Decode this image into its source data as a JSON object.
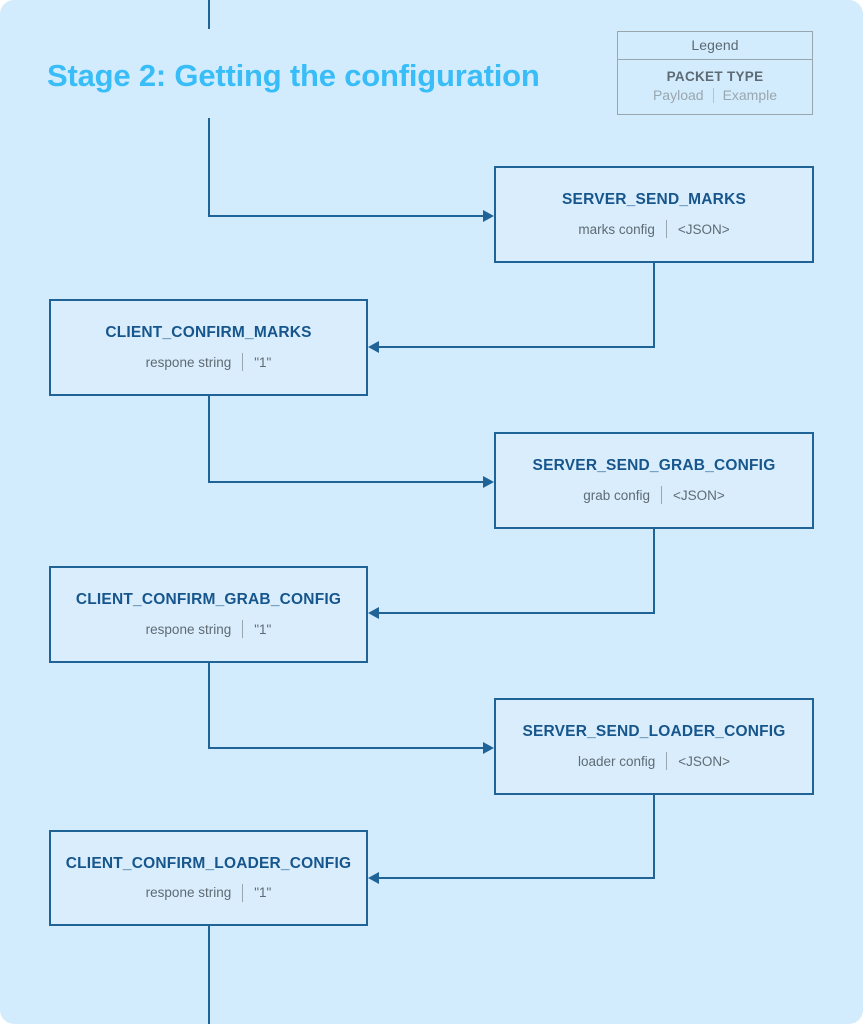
{
  "stage": {
    "title": "Stage 2: Getting the configuration"
  },
  "legend": {
    "header": "Legend",
    "packet_type": "PACKET TYPE",
    "payload": "Payload",
    "example": "Example",
    "separator": "|"
  },
  "colors": {
    "background": "#d3ecfd",
    "title": "#38bdf8",
    "box_border": "#1f6397",
    "box_fill": "#d9edfd",
    "box_title_text": "#17568c",
    "payload_text": "#5f6b72",
    "legend_border": "#9aa6ae",
    "connector": "#1f6397"
  },
  "packets": [
    {
      "id": "server-send-marks",
      "side": "server",
      "title": "SERVER_SEND_MARKS",
      "payload_label": "marks config",
      "payload_example": "<JSON>"
    },
    {
      "id": "client-confirm-marks",
      "side": "client",
      "title": "CLIENT_CONFIRM_MARKS",
      "payload_label": "respone string",
      "payload_example": "\"1\""
    },
    {
      "id": "server-send-grab-config",
      "side": "server",
      "title": "SERVER_SEND_GRAB_CONFIG",
      "payload_label": "grab config",
      "payload_example": "<JSON>"
    },
    {
      "id": "client-confirm-grab-config",
      "side": "client",
      "title": "CLIENT_CONFIRM_GRAB_CONFIG",
      "payload_label": "respone string",
      "payload_example": "\"1\""
    },
    {
      "id": "server-send-loader-config",
      "side": "server",
      "title": "SERVER_SEND_LOADER_CONFIG",
      "payload_label": "loader config",
      "payload_example": "<JSON>"
    },
    {
      "id": "client-confirm-loader-config",
      "side": "client",
      "title": "CLIENT_CONFIRM_LOADER_CONFIG",
      "payload_label": "respone string",
      "payload_example": "\"1\""
    }
  ]
}
